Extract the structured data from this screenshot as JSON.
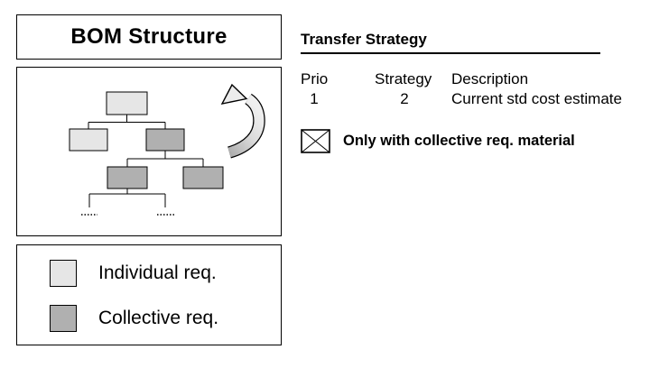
{
  "slide": {
    "bom": {
      "title": "BOM Structure",
      "legend": {
        "items": [
          {
            "label": "Individual req.",
            "swatch": "individual-req-swatch"
          },
          {
            "label": "Collective req.",
            "swatch": "collective-req-swatch"
          }
        ]
      },
      "tree": {
        "nodes": [
          {
            "level": 1,
            "type": "individual"
          },
          {
            "level": 2,
            "type": "individual"
          },
          {
            "level": 2,
            "type": "collective"
          },
          {
            "level": 3,
            "type": "collective"
          },
          {
            "level": 3,
            "type": "collective"
          }
        ],
        "continuation_marks": 2
      }
    },
    "transfer": {
      "title": "Transfer Strategy",
      "table": {
        "headers": [
          "Prio",
          "Strategy",
          "Description"
        ],
        "row": [
          "1",
          "2",
          "Current std cost estimate"
        ]
      },
      "checkbox_checked": true,
      "checkbox_label": "Only with collective req. material"
    },
    "colors": {
      "individual_req": "#e6e6e6",
      "collective_req": "#b0b0b0",
      "line": "#000000"
    },
    "icons": {
      "curved_arrow": "recursive-costing-arrow",
      "checkbox": "checked-checkbox"
    }
  }
}
